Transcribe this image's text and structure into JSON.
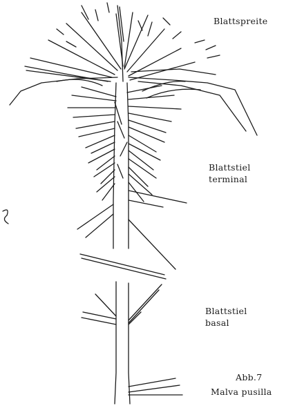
{
  "figure": {
    "ink_color": "#1a1a1a",
    "paper_color": "#ffffff",
    "labels": {
      "blattspreite": "Blattspreite",
      "blattstiel_terminal_line1": "Blattstiel",
      "blattstiel_terminal_line2": "terminal",
      "blattstiel_basal_line1": "Blattstiel",
      "blattstiel_basal_line2": "basal",
      "caption_number": "Abb.7",
      "caption_species": "Malva pusilla"
    }
  }
}
